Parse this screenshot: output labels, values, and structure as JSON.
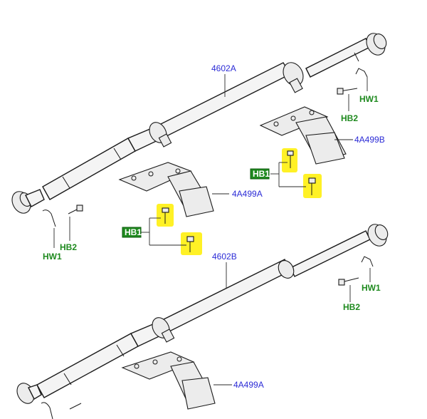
{
  "labels": {
    "shaft_upper": "4602A",
    "shaft_lower": "4602B",
    "bearing_a": "4A499A",
    "bearing_b": "4A499B",
    "bearing_lower": "4A499A",
    "hw1_upper_right": "HW1",
    "hb2_upper_right": "HB2",
    "hw1_upper_left": "HW1",
    "hb2_upper_left": "HB2",
    "hw1_lower_right": "HW1",
    "hb2_lower_right": "HB2",
    "hb1_right": "HB1",
    "hb1_left": "HB1"
  },
  "colors": {
    "part_number": "#2b2bd6",
    "hardware_code": "#1f8a1f",
    "highlight": "#ffee00"
  }
}
